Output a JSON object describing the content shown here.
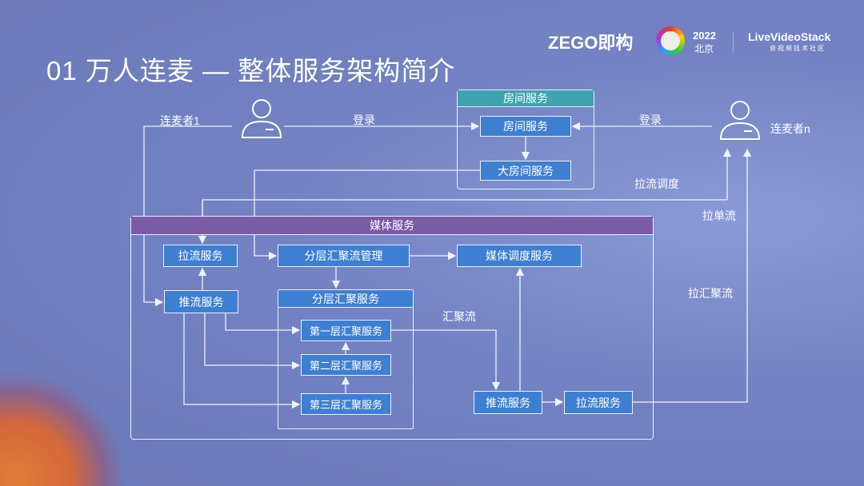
{
  "slide": {
    "title": "01  万人连麦 — 整体服务架构简介"
  },
  "logos": {
    "zego": "ZEGO即构",
    "event_year": "2022",
    "event_city": "北京",
    "livevideostack": "LiveVideoStack",
    "livevideostack_sub": "音视频技术社区"
  },
  "actors": {
    "left": "连麦者1",
    "right": "连麦者n"
  },
  "edge_labels": {
    "login_left": "登录",
    "login_right": "登录",
    "pull_schedule": "拉流调度",
    "pull_single": "拉单流",
    "pull_aggregate": "拉汇聚流",
    "aggregate_stream": "汇聚流"
  },
  "room_group": {
    "title": "房间服务",
    "room_service": "房间服务",
    "big_room_service": "大房间服务"
  },
  "media_group": {
    "title": "媒体服务",
    "pull_service": "拉流服务",
    "push_service": "推流服务",
    "layer_mgmt": "分层汇聚流管理",
    "media_schedule": "媒体调度服务",
    "layer_group_title": "分层汇聚服务",
    "layer1": "第一层汇聚服务",
    "layer2": "第二层汇聚服务",
    "layer3": "第三层汇聚服务",
    "push_service_2": "推流服务",
    "pull_service_2": "拉流服务"
  },
  "colors": {
    "box": "#3f7fd2",
    "room_header": "#3fa3b0",
    "media_header": "#7b5aa6"
  }
}
